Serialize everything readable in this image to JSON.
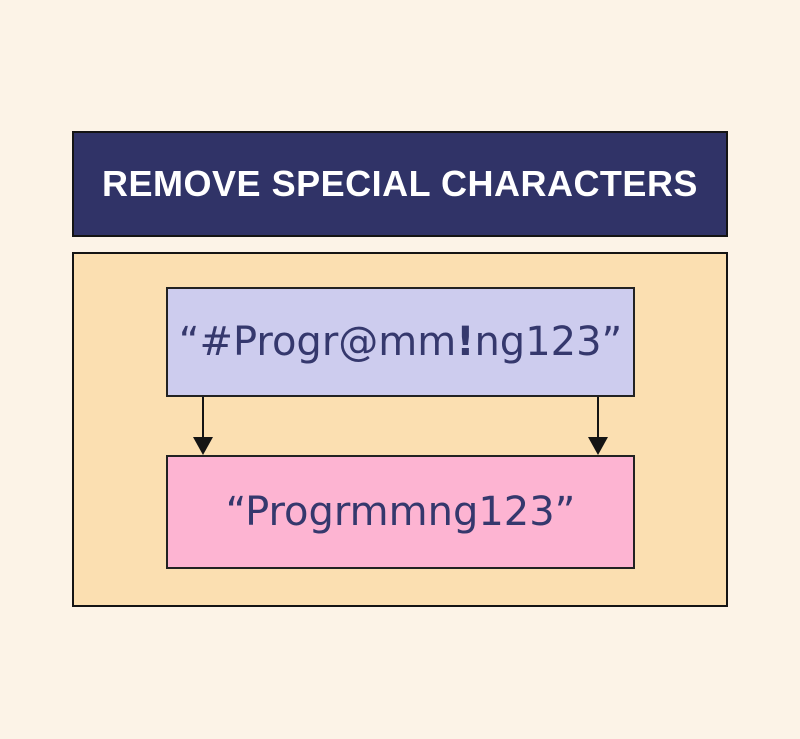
{
  "colors": {
    "page_background": "#FCF3E7",
    "header_background": "#303367",
    "header_text": "#FFFFFF",
    "panel_background": "#FBDFB1",
    "input_box_background": "#CDCCEE",
    "output_box_background": "#FDB4D2",
    "box_text": "#35386D",
    "border": "#141414"
  },
  "header": {
    "title": "REMOVE SPECIAL CHARACTERS"
  },
  "flow": {
    "input_box": {
      "value": "“#Progr@mm!ng123”",
      "value_parts": [
        "“#Progr@mm",
        "!",
        "ng123”"
      ]
    },
    "output_box": {
      "value": "“Progrmmng123”"
    },
    "arrow_icon": "arrow-down"
  }
}
